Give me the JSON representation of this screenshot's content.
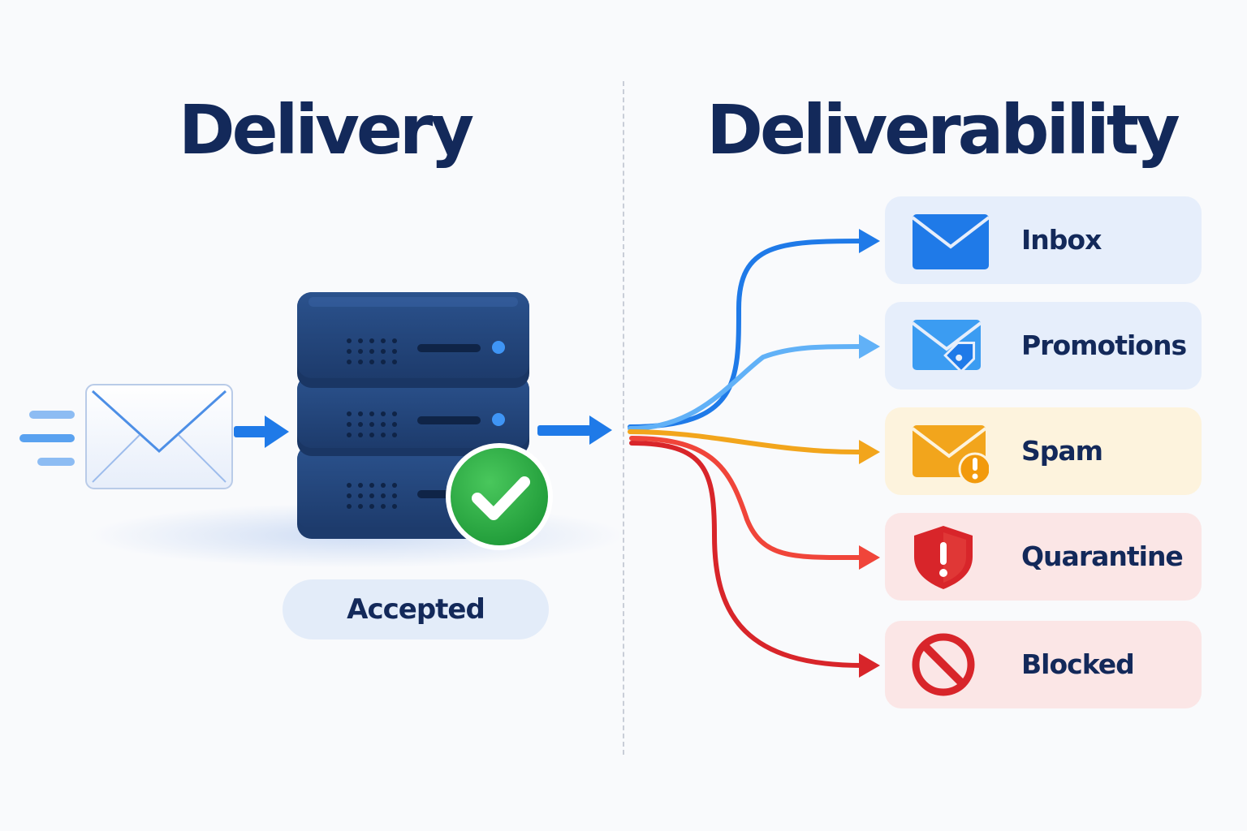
{
  "delivery": {
    "title": "Delivery",
    "status_badge": "Accepted"
  },
  "deliverability": {
    "title": "Deliverability",
    "outcomes": [
      {
        "label": "Inbox",
        "icon": "envelope-icon",
        "color": "#1f7ae8",
        "card_bg": "#e6eefb"
      },
      {
        "label": "Promotions",
        "icon": "envelope-tag-icon",
        "color": "#3b9cf2",
        "card_bg": "#e6eefb"
      },
      {
        "label": "Spam",
        "icon": "envelope-warning-icon",
        "color": "#f2a51c",
        "card_bg": "#fdf3dd"
      },
      {
        "label": "Quarantine",
        "icon": "shield-alert-icon",
        "color": "#f0453a",
        "card_bg": "#fbe6e6"
      },
      {
        "label": "Blocked",
        "icon": "prohibited-icon",
        "color": "#d8252a",
        "card_bg": "#fbe6e6"
      }
    ]
  },
  "colors": {
    "title": "#13295a",
    "server": "#24477f",
    "check": "#2eaa45",
    "arrow": "#1f7ae8"
  }
}
